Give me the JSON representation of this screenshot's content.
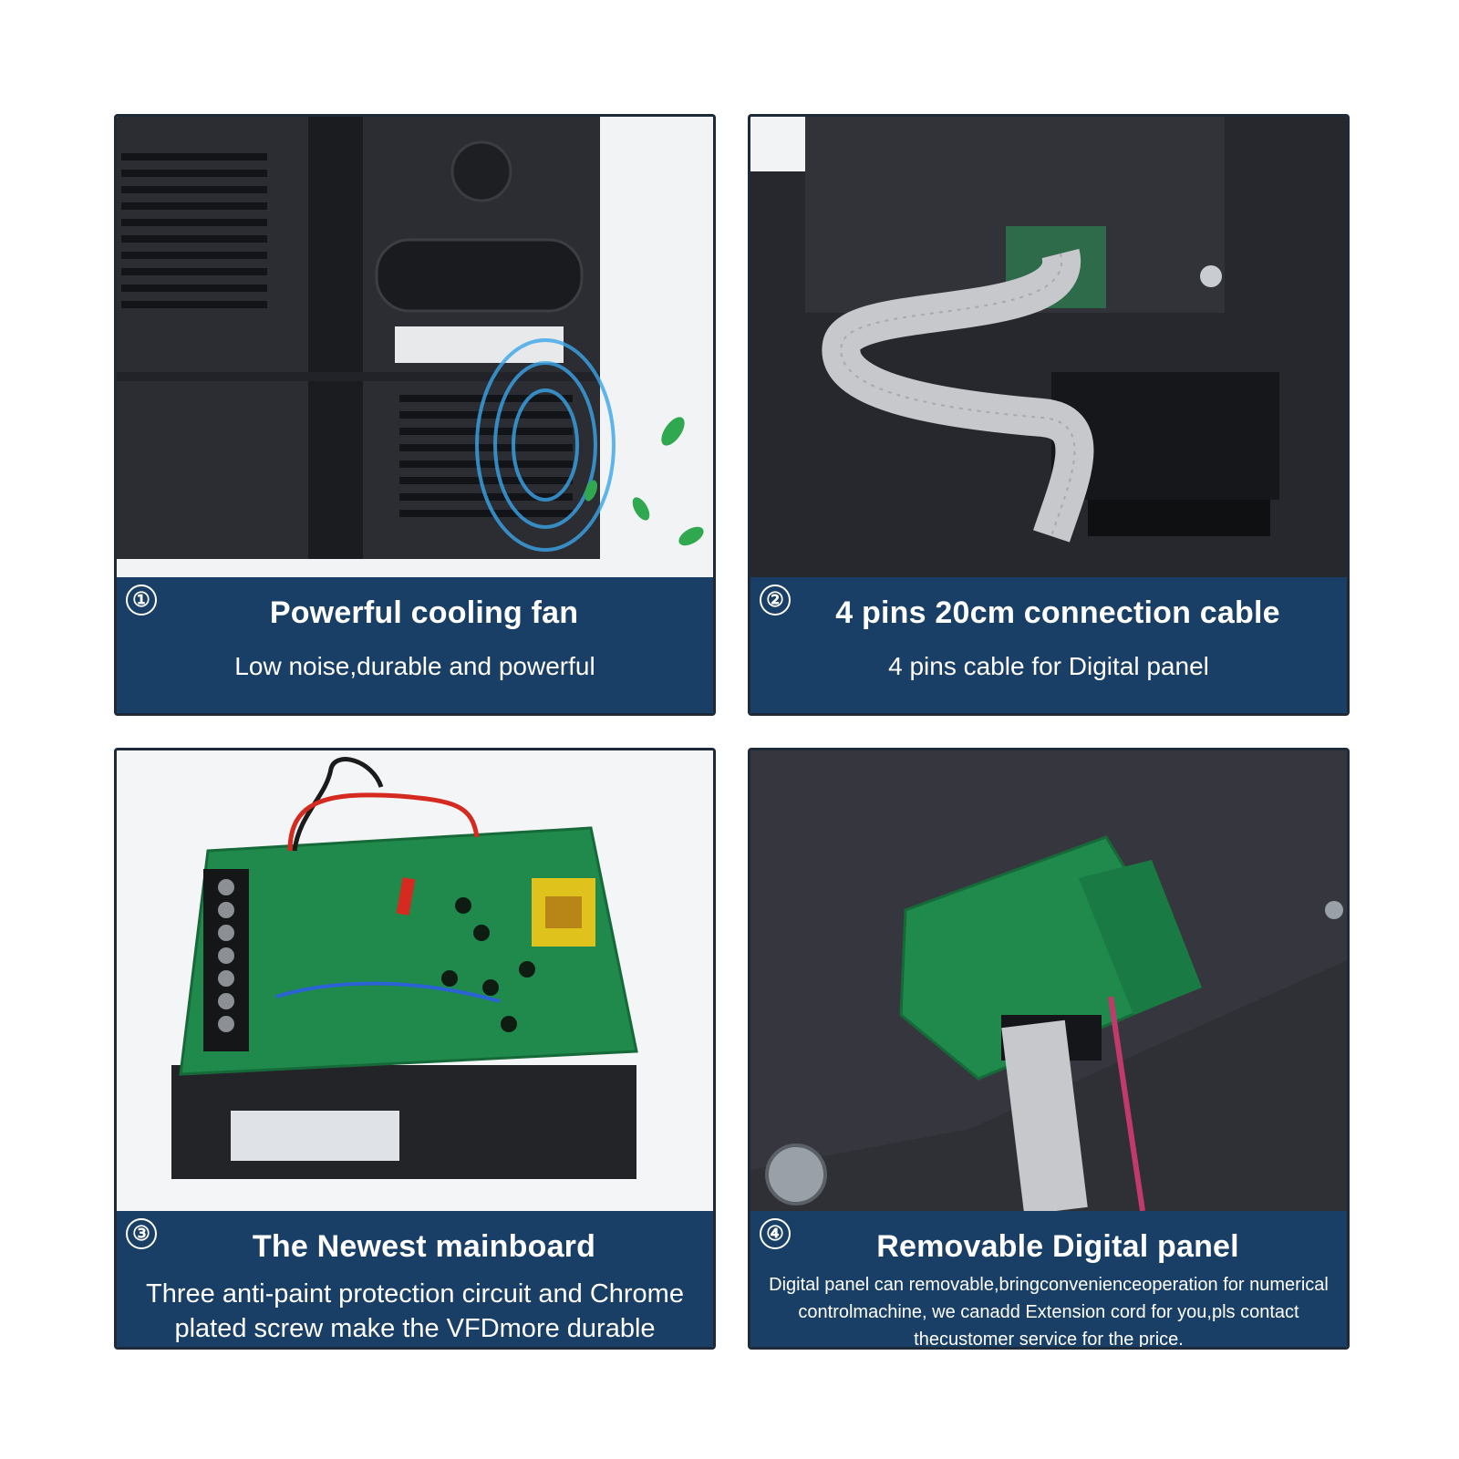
{
  "panels": [
    {
      "number": "①",
      "title": "Powerful cooling fan",
      "subtitle": "Low noise,durable and powerful",
      "icon": "vfd-cooling-fan-photo"
    },
    {
      "number": "②",
      "title": "4 pins 20cm connection cable",
      "subtitle": "4 pins cable for Digital panel",
      "icon": "ribbon-cable-photo"
    },
    {
      "number": "③",
      "title": "The Newest mainboard",
      "subtitle": "Three anti-paint protection circuit and Chrome plated screw make the VFDmore durable",
      "icon": "mainboard-photo"
    },
    {
      "number": "④",
      "title": "Removable Digital panel",
      "subtitle": "Digital panel can removable,bringconvenienceoperation for numerical controlmachine, we canadd Extension cord for you,pls contact thecustomer service for the price.",
      "icon": "digital-panel-photo"
    }
  ],
  "colors": {
    "caption_bg": "#1a3f66",
    "caption_text": "#ffffff",
    "device_body": "#2a2c31",
    "pcb_green": "#1f8a4c"
  }
}
